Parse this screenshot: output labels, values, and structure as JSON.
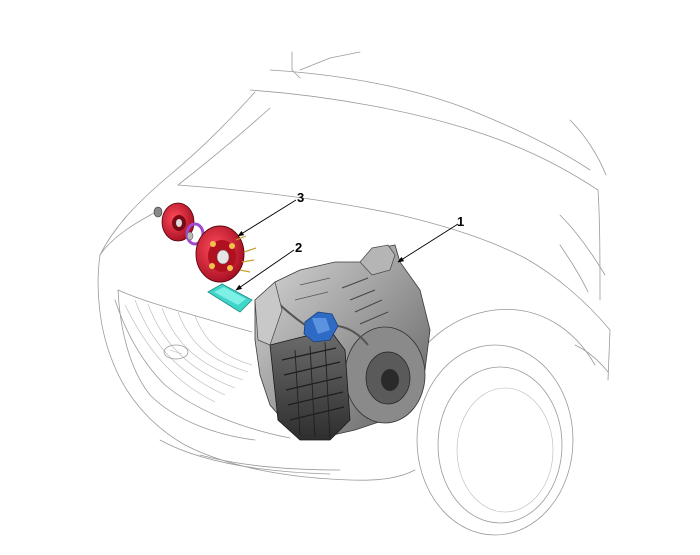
{
  "callouts": {
    "part1": "1",
    "part2": "2",
    "part3": "3"
  },
  "colors": {
    "outline": "#9a9a9a",
    "flywheel_red": "#c8102e",
    "gasket_cyan": "#3fd6c9",
    "actuator_blue": "#2f6bc4",
    "transmission_grey": "#8c8c8c",
    "leader": "#000000"
  }
}
